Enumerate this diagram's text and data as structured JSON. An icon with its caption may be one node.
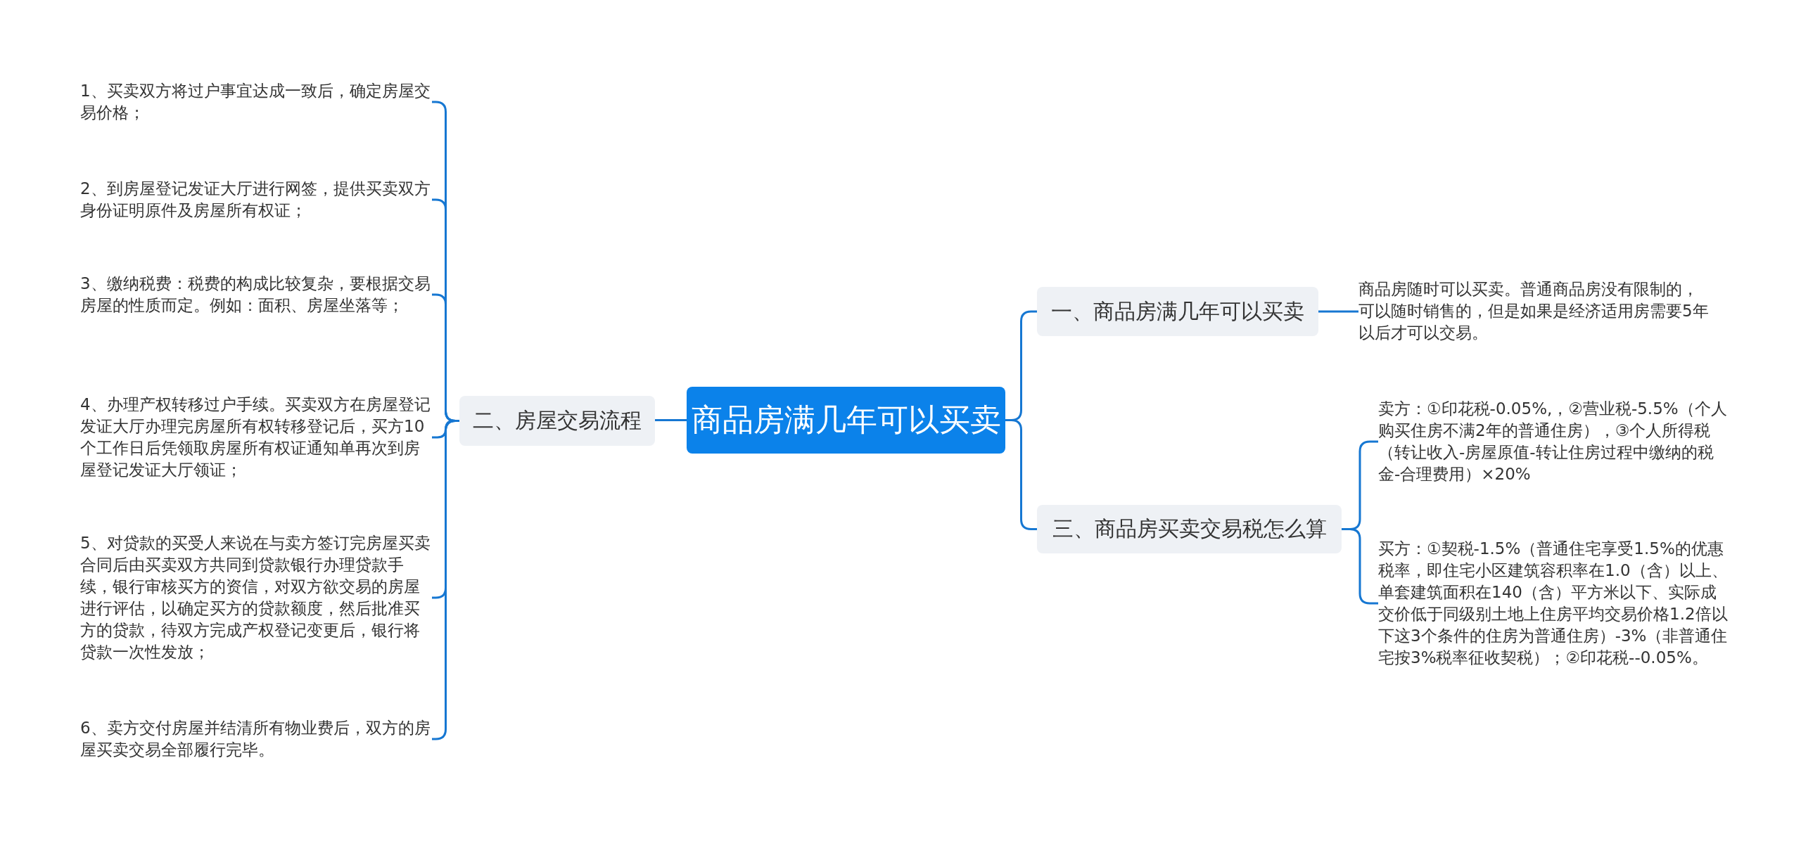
{
  "diagram": {
    "nodes": [
      {
        "text": [
          "商品房满几年可以买卖"
        ]
      },
      {
        "text": [
          "二、房屋交易流程"
        ]
      },
      {
        "text": [
          "1、买卖双方将过户事宜达成一致后，确定房屋交易价格；"
        ]
      },
      {
        "text": [
          "2、到房屋登记发证大厅进行网签，提供买卖双方身份证明原件及房屋所有权证；"
        ]
      },
      {
        "text": [
          "3、缴纳税费：税费的构成比较复杂，要根据交易房屋的性质而定。例如：面积、房屋坐落等；"
        ]
      },
      {
        "text": [
          "4、办理产权转移过户手续。买卖双方在房屋登记发证大厅办理完房屋所有权转移登记后，买方10个工作日后凭领取房屋所有权证通知单再次到房屋登记发证大厅领证；"
        ]
      },
      {
        "text": [
          "5、对贷款的买受人来说在与卖方签订完房屋买卖合同后由买卖双方共同到贷款银行办理贷款手续，银行审核买方的资信，对双方欲交易的房屋进行评估，以确定买方的贷款额度，然后批准买方的贷款，待双方完成产权登记变更后，银行将贷款一次性发放；"
        ]
      },
      {
        "text": [
          "6、卖方交付房屋并结清所有物业费后，双方的房屋买卖交易全部履行完毕。"
        ]
      },
      {
        "text": [
          "一、商品房满几年可以买卖"
        ]
      },
      {
        "text": [
          "商品房随时可以买卖。普通商品房没有限制的，可以随时销售的，但是如果是经济适用房需要5年以后才可以交易。"
        ]
      },
      {
        "text": [
          "三、商品房买卖交易税怎么算"
        ]
      },
      {
        "text": [
          "卖方：①印花税-0.05%,，②营业税-5.5%（个人购买住房不满2年的普通住房），③个人所得税（转让收入-房屋原值-转让住房过程中缴纳的税金-合理费用）×20%"
        ]
      },
      {
        "text": [
          "买方：①契税-1.5%（普通住宅享受1.5%的优惠税率，即住宅小区建筑容积率在1.0（含）以上、单套建筑面积在140（含）平方米以下、实际成交价低于同级别土地上住房平均交易价格1.2倍以下这3个条件的住房为普通住房）-3%（非普通住宅按3%税率征收契税）；②印花税--0.05%。"
        ]
      }
    ],
    "edges": [
      {
        "from": 0,
        "to": 1,
        "arrow": "none"
      },
      {
        "from": 1,
        "to": 2,
        "arrow": "none"
      },
      {
        "from": 1,
        "to": 3,
        "arrow": "none"
      },
      {
        "from": 1,
        "to": 4,
        "arrow": "none"
      },
      {
        "from": 1,
        "to": 5,
        "arrow": "none"
      },
      {
        "from": 1,
        "to": 6,
        "arrow": "none"
      },
      {
        "from": 1,
        "to": 7,
        "arrow": "none"
      },
      {
        "from": 0,
        "to": 8,
        "arrow": "none"
      },
      {
        "from": 8,
        "to": 9,
        "arrow": "none"
      },
      {
        "from": 0,
        "to": 10,
        "arrow": "none"
      },
      {
        "from": 10,
        "to": 11,
        "arrow": "none"
      },
      {
        "from": 10,
        "to": 12,
        "arrow": "none"
      }
    ]
  }
}
